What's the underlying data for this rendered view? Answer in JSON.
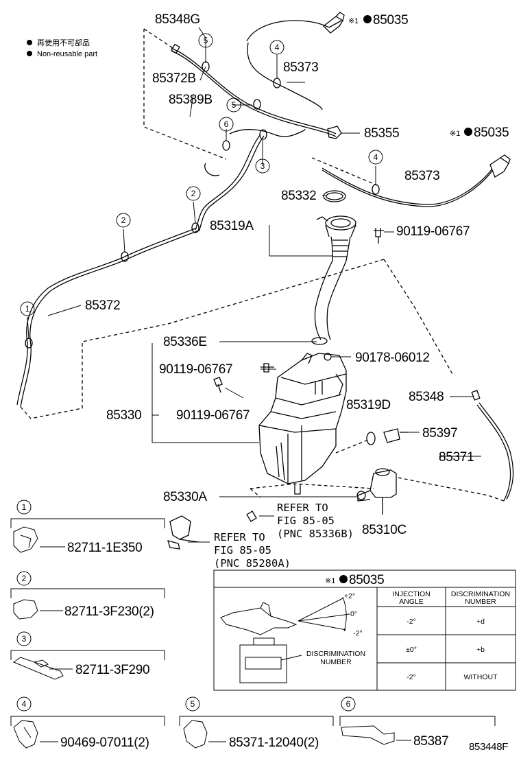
{
  "legend": {
    "jp": "再使用不可部品",
    "en": "Non-reusable part"
  },
  "parts": {
    "p85348G": "85348G",
    "p85372B": "85372B",
    "p85389B": "85389B",
    "p85373a": "85373",
    "p85373b": "85373",
    "p85035a": "85035",
    "p85035b": "85035",
    "p85355": "85355",
    "p85332": "85332",
    "p85319A": "85319A",
    "p90119a": "90119-06767",
    "p90119b": "90119-06767",
    "p90119c": "90119-06767",
    "p85372": "85372",
    "p85336E": "85336E",
    "p90178": "90178-06012",
    "p85348": "85348",
    "p85330": "85330",
    "p85319D": "85319D",
    "p85397": "85397",
    "p85371": "85371",
    "p85330A": "85330A",
    "p85310C": "85310C"
  },
  "mark": "※1",
  "callouts": [
    "1",
    "2",
    "3",
    "4",
    "5",
    "6"
  ],
  "refs": {
    "r1": {
      "l1": "REFER TO",
      "l2": "FIG 85-05",
      "l3": "(PNC 85336B)"
    },
    "r2": {
      "l1": "REFER TO",
      "l2": "FIG 85-05",
      "l3": "(PNC 85280A)"
    }
  },
  "table": {
    "title_part": "85035",
    "angles": [
      "+2°",
      "0°",
      "-2°"
    ],
    "disc_label_1": "DISCRIMINATION",
    "disc_label_2": "NUMBER",
    "col1_1": "INJECTION",
    "col1_2": "ANGLE",
    "col2_1": "DISCRIMINATION",
    "col2_2": "NUMBER",
    "rows": [
      {
        "angle": "-2°",
        "disc": "+d"
      },
      {
        "angle": "±0°",
        "disc": "+b"
      },
      {
        "angle": "-2°",
        "disc": "WITHOUT"
      }
    ]
  },
  "clips": [
    {
      "num": "1",
      "part": "82711-1E350"
    },
    {
      "num": "2",
      "part": "82711-3F230(2)"
    },
    {
      "num": "3",
      "part": "82711-3F290"
    },
    {
      "num": "4",
      "part": "90469-07011(2)"
    },
    {
      "num": "5",
      "part": "85371-12040(2)"
    },
    {
      "num": "6",
      "part": "85387"
    }
  ],
  "figure_id": "853448F"
}
